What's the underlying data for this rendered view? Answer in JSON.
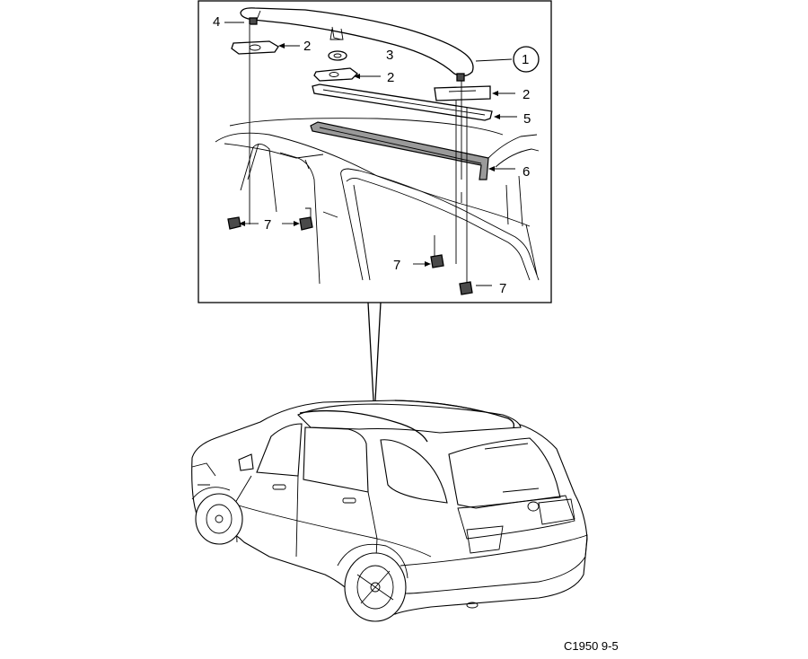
{
  "diagram": {
    "callouts": [
      {
        "id": "callout-1",
        "label": "1"
      },
      {
        "id": "callout-2a",
        "label": "2"
      },
      {
        "id": "callout-2b",
        "label": "2"
      },
      {
        "id": "callout-2c",
        "label": "2"
      },
      {
        "id": "callout-3",
        "label": "3"
      },
      {
        "id": "callout-4",
        "label": "4"
      },
      {
        "id": "callout-5",
        "label": "5"
      },
      {
        "id": "callout-6",
        "label": "6"
      },
      {
        "id": "callout-7a",
        "label": "7"
      },
      {
        "id": "callout-7b",
        "label": "7"
      },
      {
        "id": "callout-7c",
        "label": "7"
      }
    ],
    "figure_code": "C1950 9-5"
  }
}
